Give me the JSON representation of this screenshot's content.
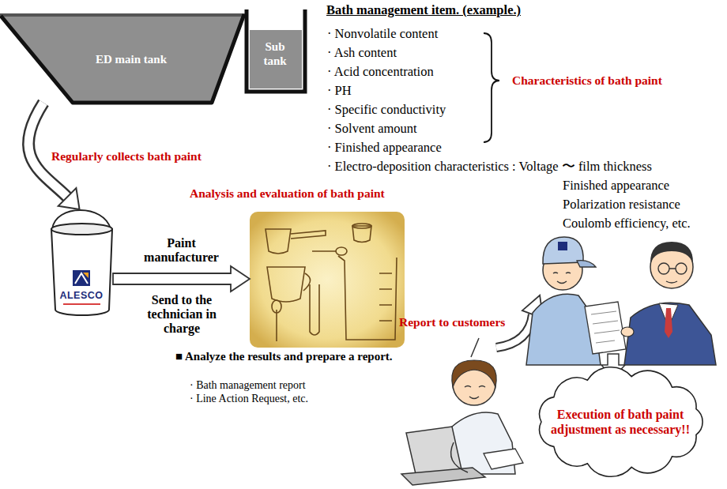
{
  "diagram": {
    "title": "Bath management item. (example.)",
    "nodes": [
      {
        "text": [
          "ED main tank"
        ]
      },
      {
        "text": [
          "Sub tank"
        ]
      },
      {
        "text": [
          "ALESCO"
        ]
      },
      {
        "text": [
          "Analysis and evaluation of bath paint"
        ]
      },
      {
        "text": [
          "Execution of bath paint adjustment as necessary!!"
        ]
      }
    ],
    "edges": [
      {
        "from": 0,
        "to": 2,
        "arrow": "to",
        "label": "Regularly collects bath paint"
      },
      {
        "from": 2,
        "to": 3,
        "arrow": "to",
        "label": "Paint manufacturer"
      }
    ],
    "labels": [
      "· Nonvolatile content",
      "· Ash content",
      "· Acid concentration",
      "· PH",
      "· Specific conductivity",
      "· Solvent amount",
      "· Finished appearance",
      "· Electro-deposition characteristics : Voltage 〜 film thickness",
      "Finished appearance",
      "Polarization resistance",
      "Coulomb efficiency, etc.",
      "Characteristics of bath paint",
      "Send to the technician in charge",
      "■ Analyze the results and prepare a report.",
      "· Bath management report",
      "· Line Action Request, etc.",
      "Report to customers"
    ]
  }
}
